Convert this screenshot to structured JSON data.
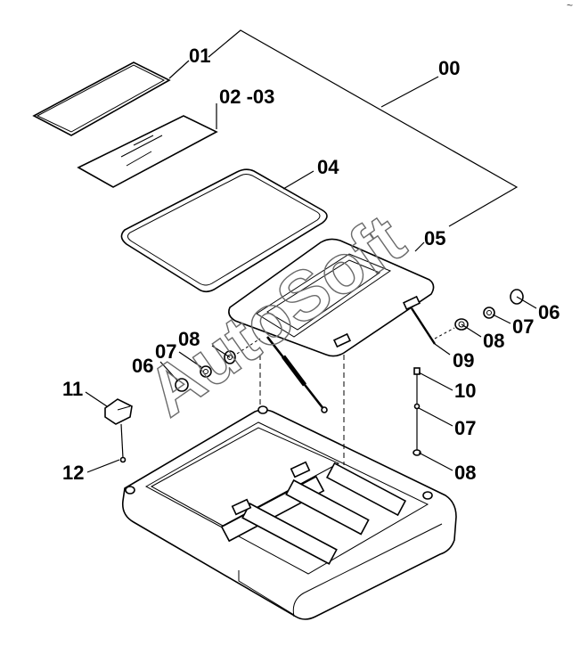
{
  "watermark": "AutoSoft",
  "callouts": {
    "c00": "00",
    "c01": "01",
    "c0203": "02 -03",
    "c04": "04",
    "c05": "05",
    "c06_right": "06",
    "c07_right": "07",
    "c08_right": "08",
    "c09": "09",
    "c06_left": "06",
    "c07_left": "07",
    "c08_left": "08",
    "c10": "10",
    "c07_bottom": "07",
    "c08_bottom": "08",
    "c11": "11",
    "c12": "12"
  },
  "corner_mark": "~"
}
